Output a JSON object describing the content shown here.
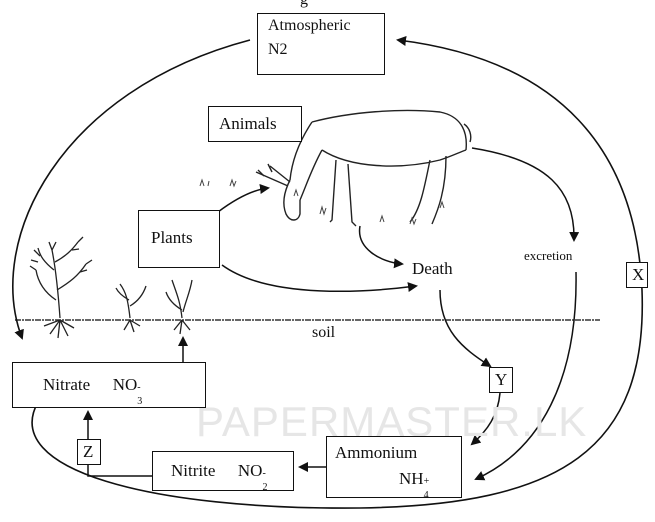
{
  "title_fragment": "g",
  "nodes": {
    "atmospheric": {
      "line1": "Atmospheric",
      "line2": "N2"
    },
    "animals": "Animals",
    "plants": "Plants",
    "death": "Death",
    "excretion": "excretion",
    "soil": "soil",
    "nitrate": {
      "name": "Nitrate",
      "formula": "NO",
      "sub": "3",
      "sup": "-"
    },
    "nitrite": {
      "name": "Nitrite",
      "formula": "NO",
      "sub": "2",
      "sup": "-"
    },
    "ammonium": {
      "name": "Ammonium",
      "formula": "NH",
      "sub": "4",
      "sup": "+"
    }
  },
  "markers": {
    "x": "X",
    "y": "Y",
    "z": "Z"
  },
  "watermark": "PAPERMASTER.LK",
  "colors": {
    "ink": "#111111",
    "watermark": "#e6e6e6"
  }
}
